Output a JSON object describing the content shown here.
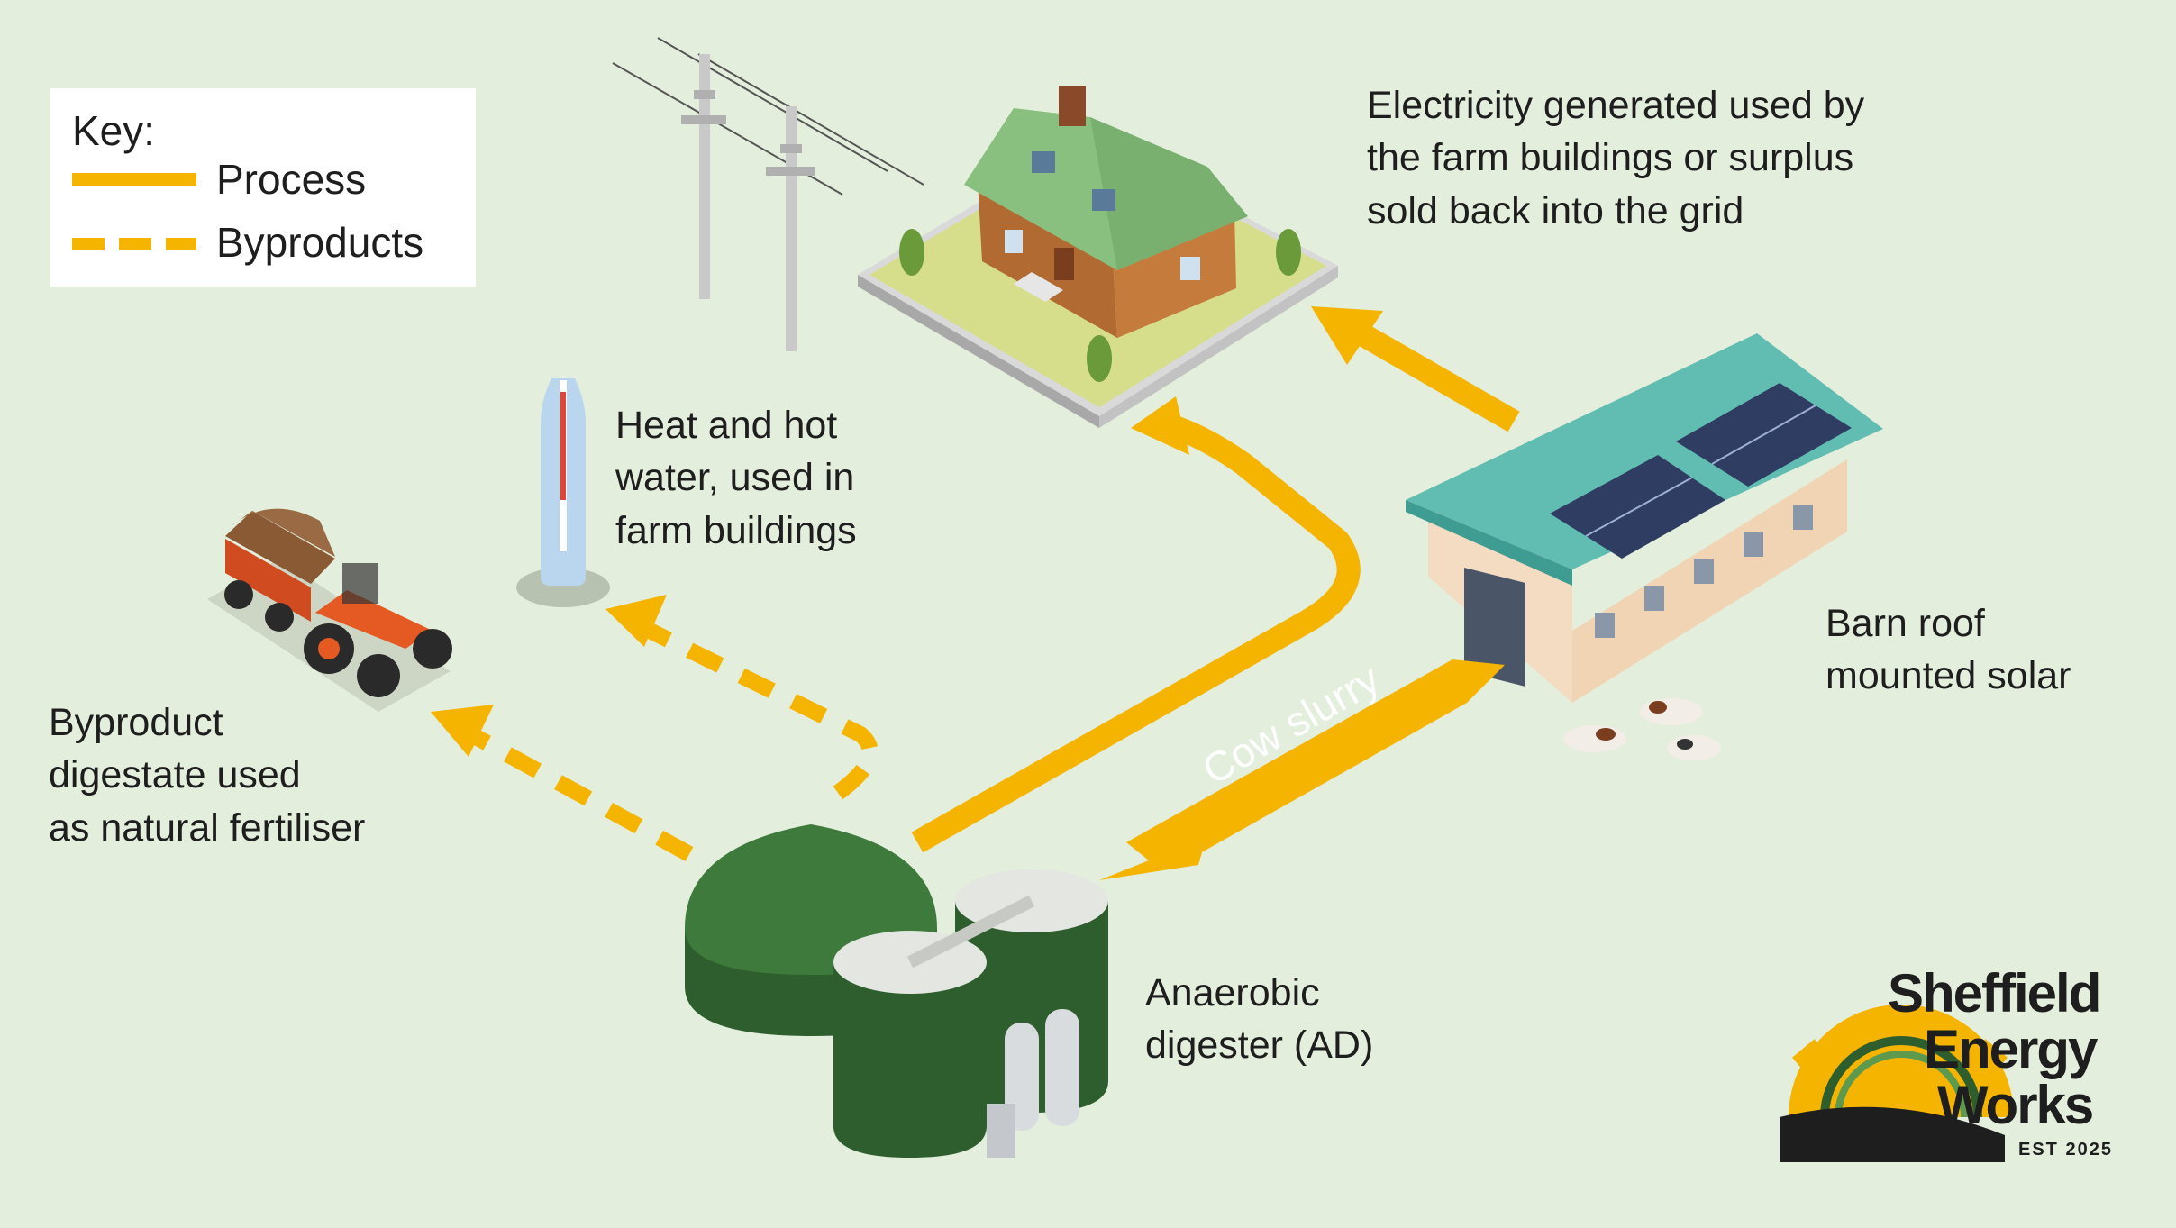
{
  "colors": {
    "background": "#e3eedc",
    "process": "#f5b400",
    "byproduct": "#f5b400",
    "digester_green": "#3b6e3a",
    "barn_roof": "#5fbcb0",
    "logo_gear": "#f5b400"
  },
  "key": {
    "title": "Key:",
    "process_label": "Process",
    "byproducts_label": "Byproducts"
  },
  "labels": {
    "electricity": [
      "Electricity generated used by",
      "the farm buildings or surplus",
      "sold back into the grid"
    ],
    "heat": [
      "Heat and hot",
      "water, used in",
      "farm buildings"
    ],
    "byproduct": [
      "Byproduct",
      "digestate used",
      "as natural fertiliser"
    ],
    "barn": [
      "Barn roof",
      "mounted solar"
    ],
    "digester": [
      "Anaerobic",
      "digester (AD)"
    ],
    "slurry": "Cow slurry"
  },
  "logo": {
    "line1": "Sheffield",
    "line2": "Energy",
    "line3": "Works",
    "est": "EST 2025"
  },
  "icons": [
    "power-pylon-icon",
    "farmhouse-icon",
    "thermometer-icon",
    "tractor-icon",
    "barn-icon",
    "solar-panel-icon",
    "cows-icon",
    "digester-icon",
    "gear-icon"
  ]
}
